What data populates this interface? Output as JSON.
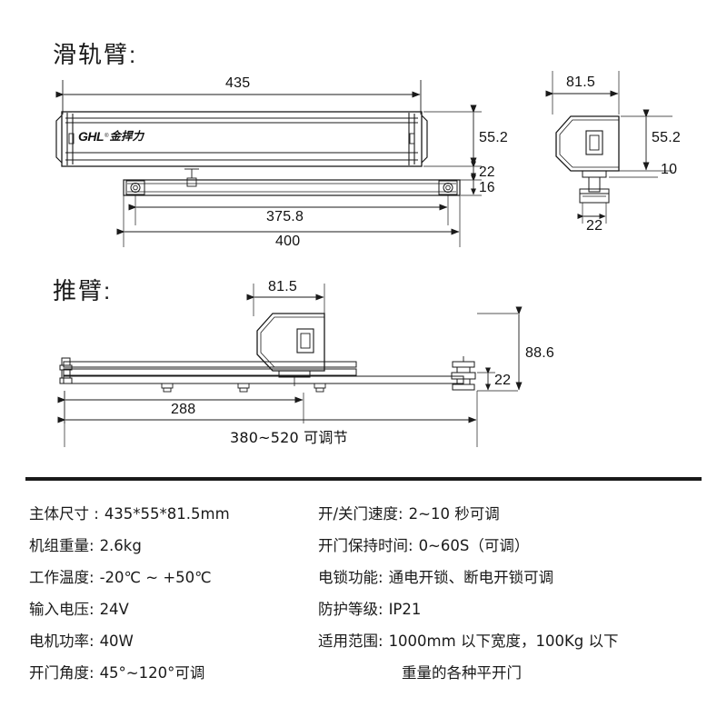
{
  "page": {
    "background": "#ffffff",
    "line_color": "#1a1a1a"
  },
  "sections": {
    "slide_arm": {
      "title": "滑轨臂:",
      "front_view": {
        "brand_logo": {
          "latin": "GHL",
          "cjk": "金捍力",
          "trademark": "®"
        },
        "dimensions": {
          "overall_length": "435",
          "body_height": "55.2",
          "gap": "22",
          "rail_height": "16",
          "rail_inner_length": "375.8",
          "rail_overall_length": "400"
        }
      },
      "side_view": {
        "dimensions": {
          "depth": "81.5",
          "height": "55.2",
          "bracket_offset": "10",
          "bracket_width": "22"
        }
      }
    },
    "push_arm": {
      "title": "推臂:",
      "dimensions": {
        "housing_depth": "81.5",
        "total_height": "88.6",
        "arm_height": "22",
        "arm_length": "288",
        "adjustable_range": "380~520 可调节"
      }
    }
  },
  "specs": {
    "left": [
      {
        "label": "主体尺寸 :",
        "value": "435*55*81.5mm"
      },
      {
        "label": "机组重量:",
        "value": "2.6kg"
      },
      {
        "label": "工作温度:",
        "value": "-20℃ ~ +50℃"
      },
      {
        "label": "输入电压:",
        "value": "24V"
      },
      {
        "label": "电机功率:",
        "value": "40W"
      },
      {
        "label": "开门角度:",
        "value": "45°~120°可调"
      }
    ],
    "right": [
      {
        "label": "开/关门速度:",
        "value": "2~10 秒可调"
      },
      {
        "label": "开门保持时间:",
        "value": "0~60S（可调）"
      },
      {
        "label": "电锁功能:",
        "value": "通电开锁、断电开锁可调"
      },
      {
        "label": "防护等级:",
        "value": "IP21"
      },
      {
        "label": "适用范围:",
        "value": "1000mm 以下宽度，100Kg 以下"
      },
      {
        "label": "",
        "value": "重量的各种平开门",
        "continuation": true
      }
    ]
  }
}
